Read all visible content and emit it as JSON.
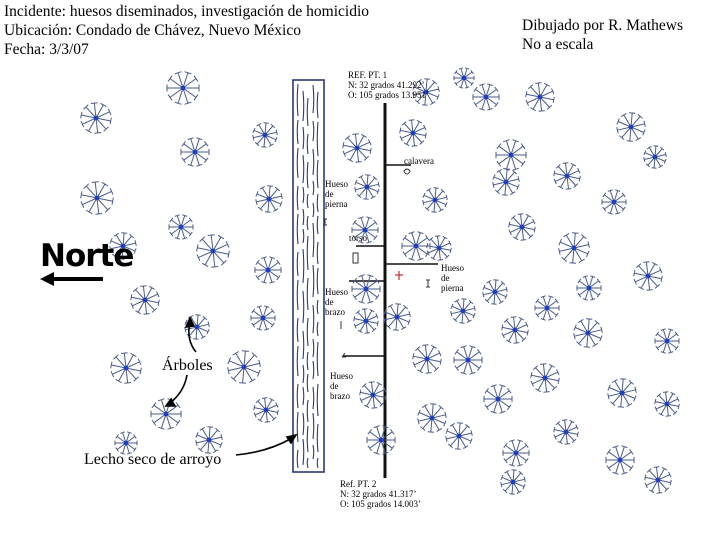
{
  "header": {
    "line1": "Incidente: huesos diseminados, investigación de homicidio",
    "line2": "Ubicación: Condado de Chávez, Nuevo México",
    "line3": "Fecha: 3/3/07"
  },
  "credits": {
    "line1": "Dibujado por R. Mathews",
    "line2": "No a escala"
  },
  "ref_top": {
    "line1": "REF. PT. 1",
    "line2": "N: 32 grados 41.292’",
    "line3": "O: 105 grados 13.951’"
  },
  "ref_bottom": {
    "line1": "Ref. PT. 2",
    "line2": "N: 32 grados 41.317’",
    "line3": "O: 105 grados 14.003’"
  },
  "north_label": "Norte",
  "trees_label": "Árboles",
  "creek_label": "Lecho seco de arroyo",
  "bones": {
    "skull": "calavera",
    "leg1": [
      "Hueso",
      "de",
      "pierna"
    ],
    "torso": "torso",
    "leg2": [
      "Hueso",
      "de",
      "pierna"
    ],
    "arm1": [
      "Hueso",
      "de",
      "brazo"
    ],
    "arm2": [
      "Hueso",
      "de",
      "brazo"
    ]
  },
  "colors": {
    "tree_lines": "#4a5a8a",
    "tree_center": "#1f3fbf",
    "creek_strokes": "#2a3a7a",
    "baseline": "#111111",
    "marker": "#c03030"
  }
}
